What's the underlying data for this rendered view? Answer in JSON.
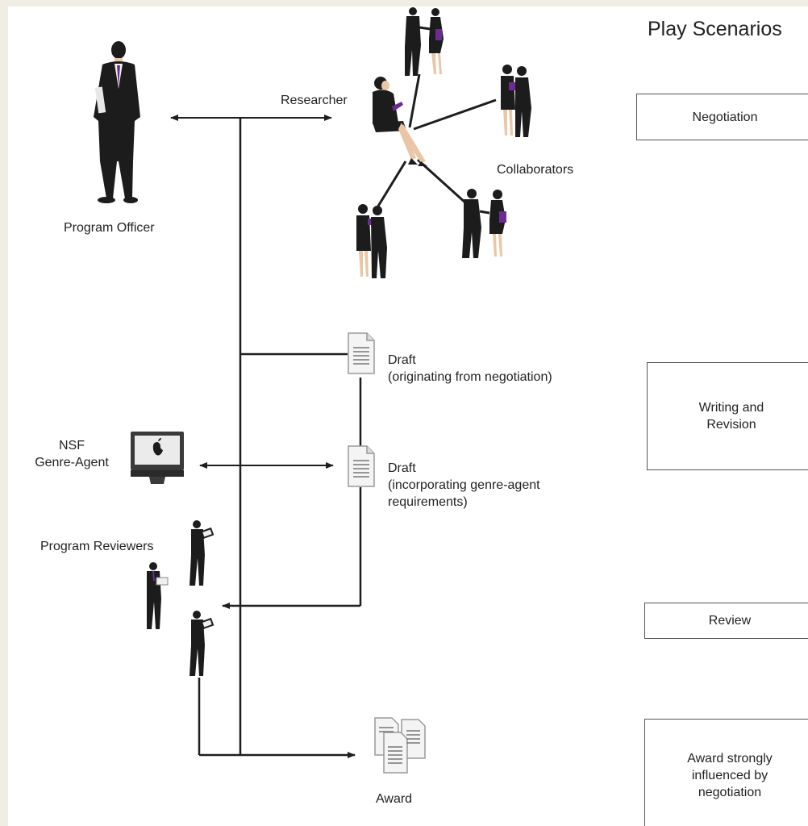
{
  "title": "Play Scenarios",
  "labels": {
    "program_officer": "Program Officer",
    "researcher": "Researcher",
    "collaborators": "Collaborators",
    "nsf_genre_agent": "NSF\nGenre-Agent",
    "program_reviewers": "Program Reviewers",
    "draft1": "Draft\n(originating from negotiation)",
    "draft2": "Draft\n(incorporating genre-agent\nrequirements)",
    "award": "Award"
  },
  "scenarios": {
    "negotiation": "Negotiation",
    "writing": "Writing and\nRevision",
    "review": "Review",
    "award": "Award strongly\ninfluenced by\nnegotiation"
  },
  "colors": {
    "figure": "#1c1c1c",
    "accent": "#6a2c91",
    "line": "#1e1e1e"
  }
}
